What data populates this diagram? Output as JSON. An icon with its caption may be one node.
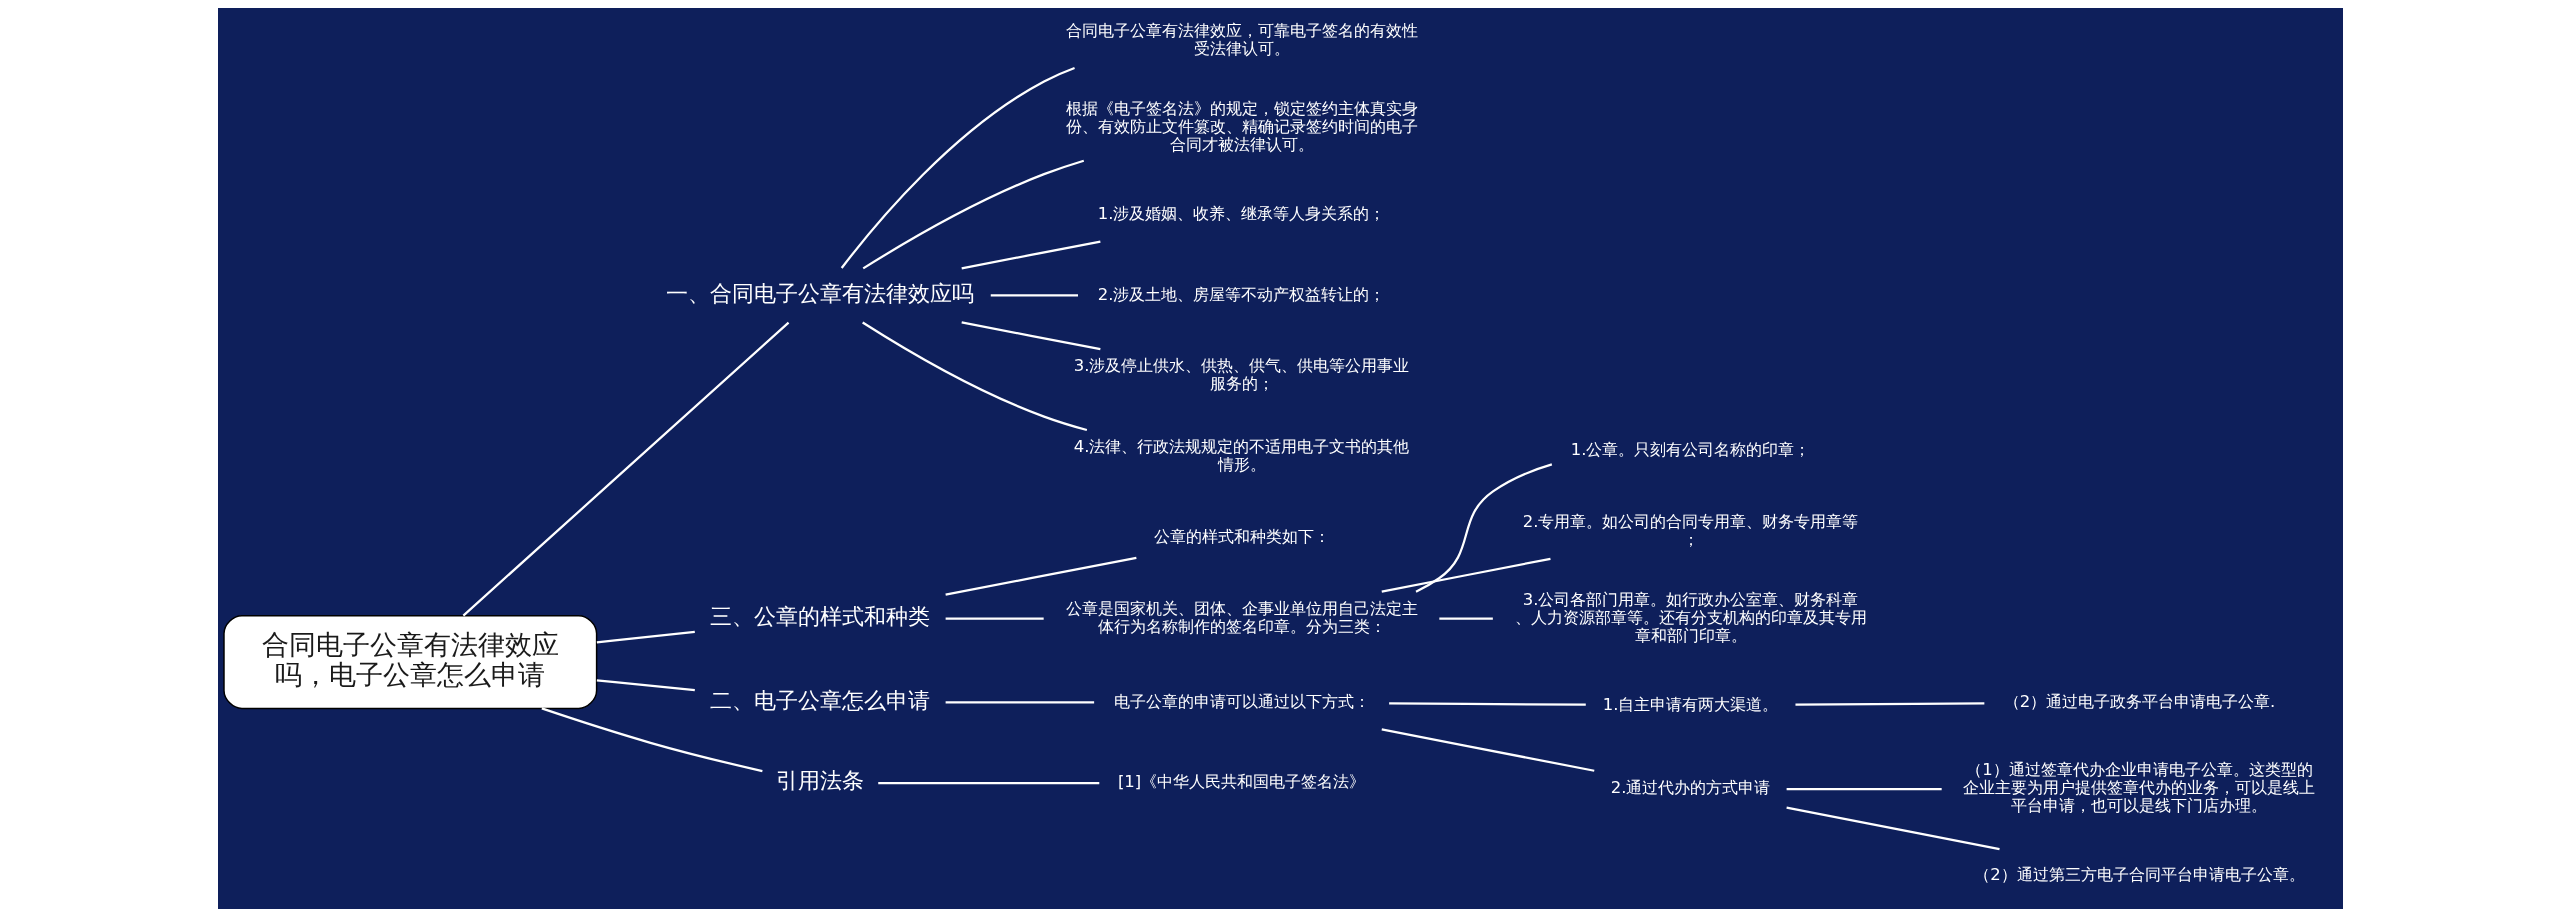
{
  "diagram": {
    "nodes": [
      {
        "text": [
          "合同电子公章有法律效应吗，电子公章怎么申请"
        ]
      },
      {
        "text": [
          "一、合同电子公章有法律效应吗"
        ]
      },
      {
        "text": [
          "合同电子公章有法律效应，可靠电子签名的有效性受法律认可。"
        ]
      },
      {
        "text": [
          "根据《电子签名法》的规定，锁定签约主体真实身份、有效防止文件篡改、精确记录签约时间的电子合同才被法律认可。"
        ]
      },
      {
        "text": [
          "1.涉及婚姻、收养、继承等人身关系的；"
        ]
      },
      {
        "text": [
          "2.涉及土地、房屋等不动产权益转让的；"
        ]
      },
      {
        "text": [
          "3.涉及停止供水、供热、供气、供电等公用事业服务的；"
        ]
      },
      {
        "text": [
          "4.法律、行政法规规定的不适用电子文书的其他情形。"
        ]
      },
      {
        "text": [
          "三、公章的样式和种类"
        ]
      },
      {
        "text": [
          "公章的样式和种类如下："
        ]
      },
      {
        "text": [
          "公章是国家机关、团体、企事业单位用自己法定主体行为名称制作的签名印章。分为三类："
        ]
      },
      {
        "text": [
          "1.公章。只刻有公司名称的印章；"
        ]
      },
      {
        "text": [
          "2.专用章。如公司的合同专用章、财务专用章等；"
        ]
      },
      {
        "text": [
          "3.公司各部门用章。如行政办公室章、财务科章、人力资源部章等。还有分支机构的印章及其专用章和部门印章。"
        ]
      },
      {
        "text": [
          "二、电子公章怎么申请"
        ]
      },
      {
        "text": [
          "电子公章的申请可以通过以下方式："
        ]
      },
      {
        "text": [
          "1.自主申请有两大渠道。"
        ]
      },
      {
        "text": [
          "（2）通过电子政务平台申请电子公章."
        ]
      },
      {
        "text": [
          "2.通过代办的方式申请"
        ]
      },
      {
        "text": [
          "（1）通过签章代办企业申请电子公章。这类型的企业主要为用户提供签章代办的业务，可以是线上平台申请，也可以是线下门店办理。"
        ]
      },
      {
        "text": [
          "（2）通过第三方电子合同平台申请电子公章。"
        ]
      },
      {
        "text": [
          "引用法条"
        ]
      },
      {
        "text": [
          "[1]《中华人民共和国电子签名法》"
        ]
      }
    ],
    "edges": [
      {
        "from": 0,
        "to": 1,
        "arrow": "none"
      },
      {
        "from": 1,
        "to": 2,
        "arrow": "none"
      },
      {
        "from": 1,
        "to": 3,
        "arrow": "none"
      },
      {
        "from": 1,
        "to": 4,
        "arrow": "none"
      },
      {
        "from": 1,
        "to": 5,
        "arrow": "none"
      },
      {
        "from": 1,
        "to": 6,
        "arrow": "none"
      },
      {
        "from": 1,
        "to": 7,
        "arrow": "none"
      },
      {
        "from": 0,
        "to": 8,
        "arrow": "none"
      },
      {
        "from": 8,
        "to": 9,
        "arrow": "none"
      },
      {
        "from": 8,
        "to": 10,
        "arrow": "none"
      },
      {
        "from": 10,
        "to": 11,
        "arrow": "none"
      },
      {
        "from": 10,
        "to": 12,
        "arrow": "none"
      },
      {
        "from": 10,
        "to": 13,
        "arrow": "none"
      },
      {
        "from": 0,
        "to": 14,
        "arrow": "none"
      },
      {
        "from": 14,
        "to": 15,
        "arrow": "none"
      },
      {
        "from": 15,
        "to": 16,
        "arrow": "none"
      },
      {
        "from": 16,
        "to": 17,
        "arrow": "none"
      },
      {
        "from": 15,
        "to": 18,
        "arrow": "none"
      },
      {
        "from": 18,
        "to": 19,
        "arrow": "none"
      },
      {
        "from": 18,
        "to": 20,
        "arrow": "none"
      },
      {
        "from": 0,
        "to": 21,
        "arrow": "none"
      },
      {
        "from": 21,
        "to": 22,
        "arrow": "none"
      }
    ]
  }
}
